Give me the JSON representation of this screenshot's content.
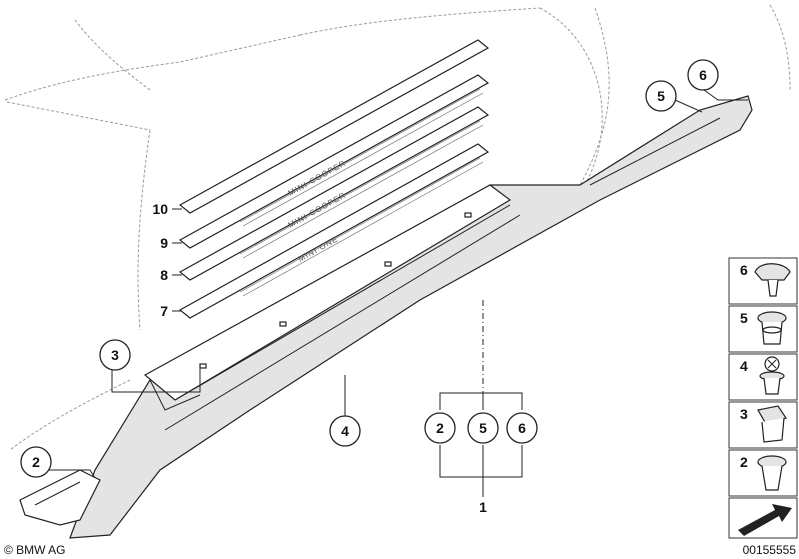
{
  "callouts": {
    "strip_10": "10",
    "strip_9": "9",
    "strip_8": "8",
    "strip_7": "7",
    "clip_3": "3",
    "clip_2": "2",
    "sill_4": "4",
    "group_2": "2",
    "group_5": "5",
    "group_6": "6",
    "group_total": "1",
    "top_5": "5",
    "top_6": "6"
  },
  "strip_brands": {
    "strip_9": "MINI COOPER",
    "strip_8": "MINI COOPER",
    "strip_7": "MINI ONE"
  },
  "legend": [
    {
      "num": "6",
      "icon": "cap-clip-icon"
    },
    {
      "num": "5",
      "icon": "push-rivet-icon"
    },
    {
      "num": "4",
      "icon": "screw-rivet-icon"
    },
    {
      "num": "3",
      "icon": "square-clip-icon"
    },
    {
      "num": "2",
      "icon": "expanding-rivet-icon"
    }
  ],
  "footer": {
    "copyright": "© BMW AG",
    "diagram_number": "00155555"
  }
}
